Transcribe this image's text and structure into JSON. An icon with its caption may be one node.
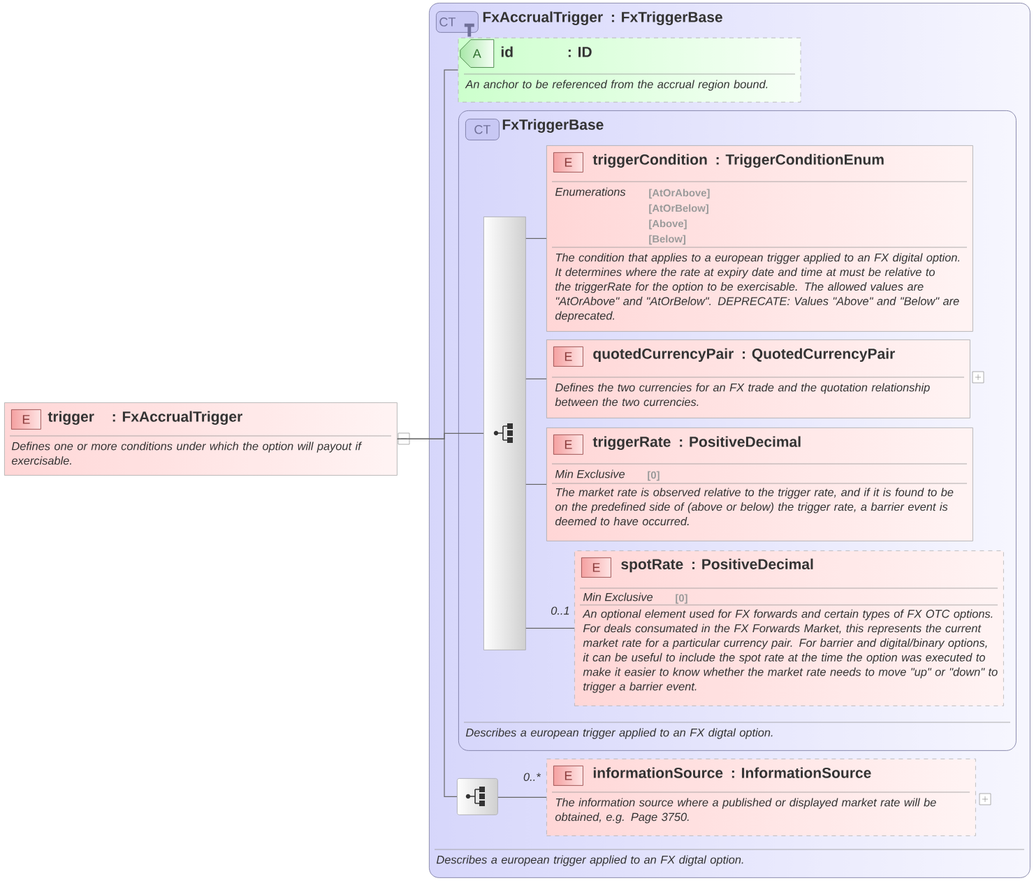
{
  "diagram": {
    "nodes": [
      {
        "text": [
          "E",
          "trigger",
          ": FxAccrualTrigger",
          "Defines one or more conditions under which the option will payout if exercisable."
        ]
      },
      {
        "text": [
          "CT",
          "FxAccrualTrigger",
          ": FxTriggerBase",
          "Describes a european trigger applied to an FX digtal option."
        ]
      },
      {
        "text": [
          "A",
          "id",
          ": ID",
          "An anchor to be referenced from the accrual region bound."
        ],
        "in": 1
      },
      {
        "text": [
          "CT",
          "FxTriggerBase",
          "Describes a european trigger applied to an FX digtal option."
        ],
        "in": 1
      },
      {
        "text": [],
        "shape": "bar",
        "in": 3
      },
      {
        "text": [
          "E",
          "triggerCondition",
          ": TriggerConditionEnum",
          "Enumerations",
          "[AtOrAbove]",
          "[AtOrBelow]",
          "[Above]",
          "[Below]",
          "The condition that applies to a european trigger applied to an FX digital option. It determines where the rate at expiry date and time at must be relative to the triggerRate for the option to be exercisable. The allowed values are \"AtOrAbove\" and \"AtOrBelow\". DEPRECATE: Values \"Above\" and \"Below\" are deprecated."
        ],
        "in": 3
      },
      {
        "text": [
          "E",
          "quotedCurrencyPair",
          ": QuotedCurrencyPair",
          "Defines the two currencies for an FX trade and the quotation relationship between the two currencies."
        ],
        "in": 3
      },
      {
        "text": [
          "E",
          "triggerRate",
          ": PositiveDecimal",
          "Min Exclusive",
          "[0]",
          "The market rate is observed relative to the trigger rate, and if it is found to be on the predefined side of (above or below) the trigger rate, a barrier event is deemed to have occurred."
        ],
        "in": 3
      },
      {
        "text": [
          "E",
          "spotRate",
          ": PositiveDecimal",
          "Min Exclusive",
          "[0]",
          "An optional element used for FX forwards and certain types of FX OTC options. For deals consumated in the FX Forwards Market, this represents the current market rate for a particular currency pair. For barrier and digital/binary options, it can be useful to include the spot rate at the time the option was executed to make it easier to know whether the market rate needs to move \"up\" or \"down\" to trigger a barrier event."
        ],
        "beside": [
          "0..1"
        ],
        "in": 3
      },
      {
        "text": [],
        "shape": "box",
        "in": 1
      },
      {
        "text": [
          "E",
          "informationSource",
          ": InformationSource",
          "The information source where a published or displayed market rate will be obtained, e.g. Page 3750."
        ],
        "beside": [
          "0..*"
        ],
        "in": 1
      }
    ],
    "edges": [
      {
        "from": 0,
        "to": 2,
        "arrow": "none"
      },
      {
        "from": 0,
        "to": 4,
        "arrow": "none"
      },
      {
        "from": 0,
        "to": 9,
        "arrow": "none"
      },
      {
        "from": 4,
        "to": 5,
        "arrow": "none"
      },
      {
        "from": 4,
        "to": 6,
        "arrow": "none"
      },
      {
        "from": 4,
        "to": 7,
        "arrow": "none"
      },
      {
        "from": 4,
        "to": 8,
        "arrow": "none"
      },
      {
        "from": 9,
        "to": 10,
        "arrow": "none"
      }
    ]
  }
}
